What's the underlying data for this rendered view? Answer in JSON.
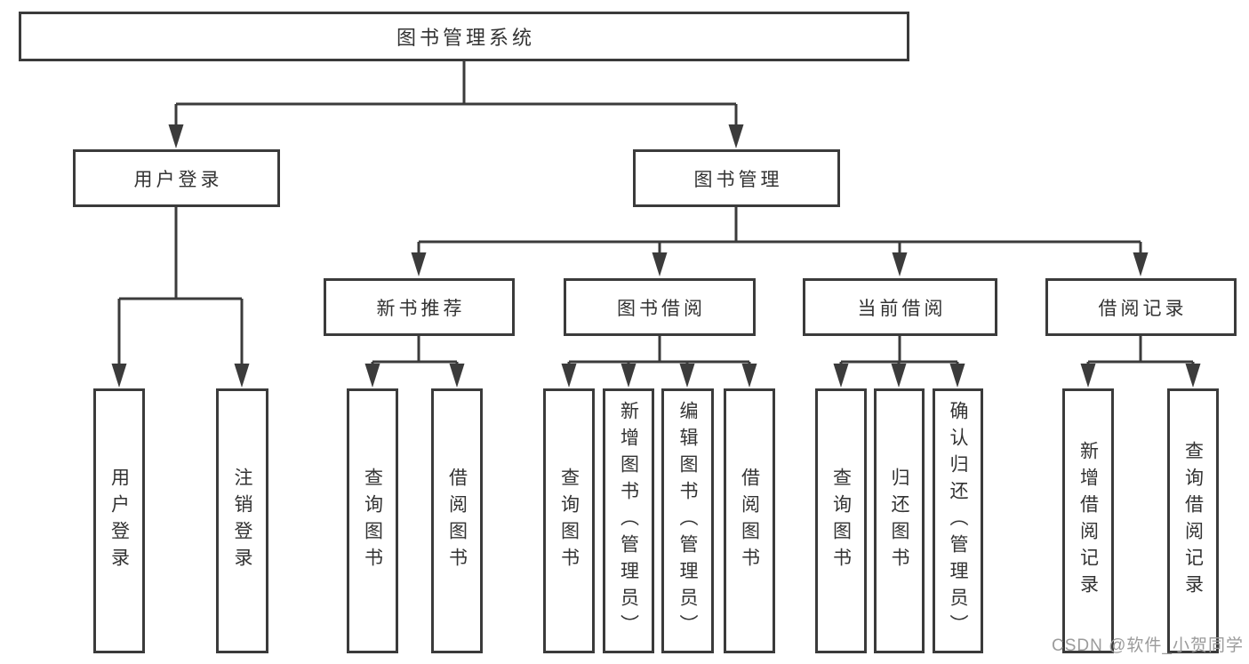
{
  "diagram": {
    "root": {
      "label": "图书管理系统"
    },
    "level2": {
      "user_login": {
        "label": "用户登录"
      },
      "book_mgmt": {
        "label": "图书管理"
      }
    },
    "level3": {
      "new_book_rec": {
        "label": "新书推荐"
      },
      "book_borrow": {
        "label": "图书借阅"
      },
      "current_borrow": {
        "label": "当前借阅"
      },
      "borrow_records": {
        "label": "借阅记录"
      }
    },
    "leaves": {
      "user_login": {
        "label": "用户登录"
      },
      "logout": {
        "label": "注销登录"
      },
      "query_book_rec": {
        "label": "查询图书"
      },
      "borrow_book_rec": {
        "label": "借阅图书"
      },
      "query_book_borrow": {
        "label": "查询图书"
      },
      "add_book_admin": {
        "label": "新增图书（管理员）"
      },
      "edit_book_admin": {
        "label": "编辑图书（管理员）"
      },
      "borrow_book_borrow": {
        "label": "借阅图书"
      },
      "query_book_current": {
        "label": "查询图书"
      },
      "return_book": {
        "label": "归还图书"
      },
      "confirm_return_admin": {
        "label": "确认归还（管理员）"
      },
      "add_borrow_record": {
        "label": "新增借阅记录"
      },
      "query_borrow_record": {
        "label": "查询借阅记录"
      }
    },
    "colors": {
      "line": "#3b3b3b",
      "text": "#333333",
      "box_fill": "#ffffff",
      "watermark": "#9b9b9b"
    }
  },
  "watermark": {
    "text": "CSDN @软件_小贺同学"
  }
}
